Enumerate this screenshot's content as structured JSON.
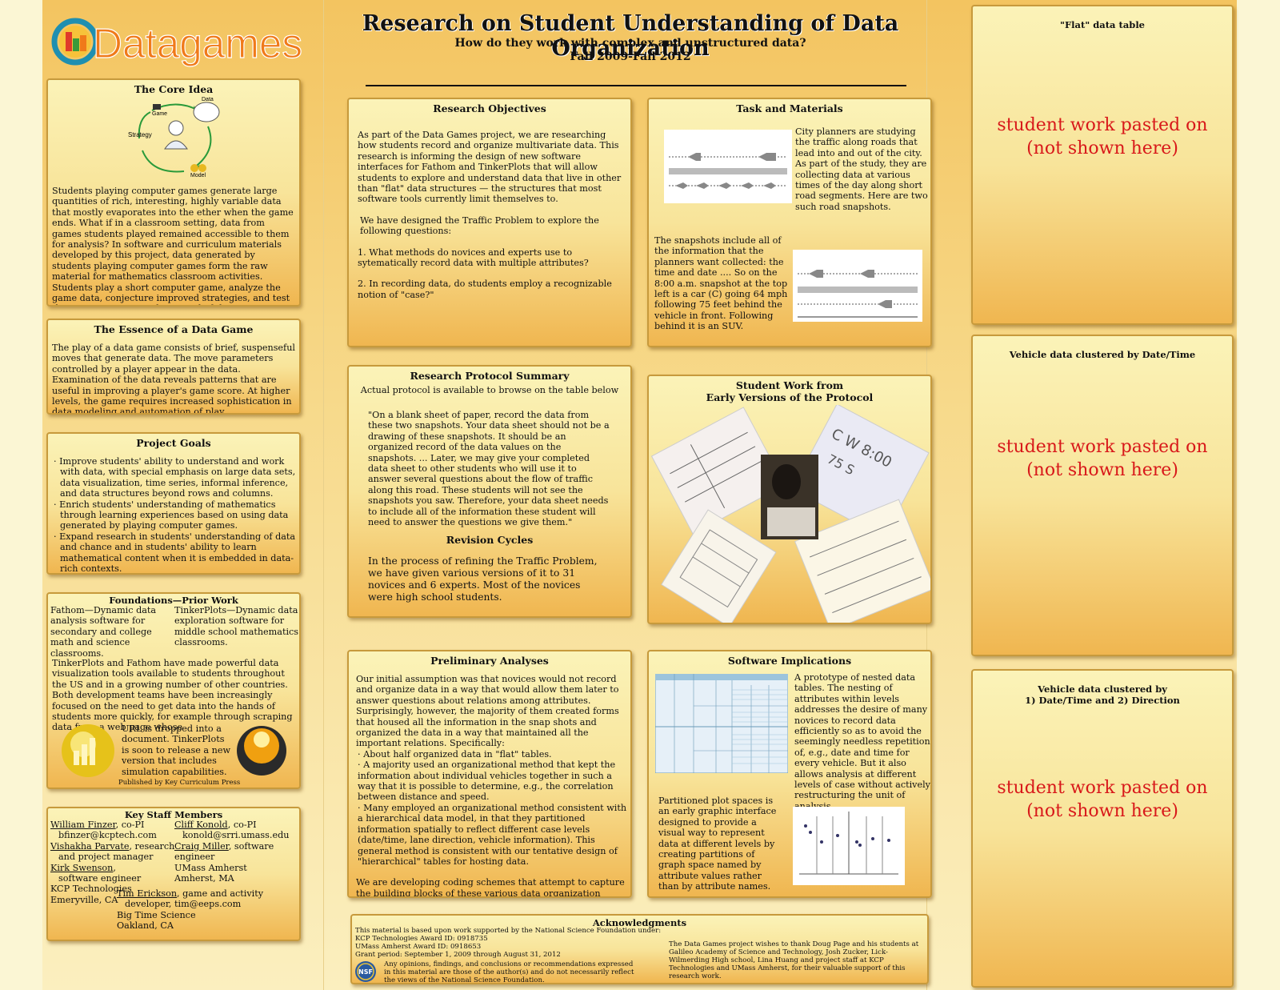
{
  "logo": {
    "text": "Datagames"
  },
  "header": {
    "title": "Research on Student Understanding of Data Organization",
    "subtitle": "How do they work with complex and unstructured data?",
    "dates": "Fall 2009-Fall 2012"
  },
  "core_idea": {
    "title": "The Core Idea",
    "diagram": {
      "game": "Game",
      "data": "Data",
      "strategy": "Strategy",
      "model": "Model"
    },
    "body": "Students playing computer games generate large quantities of rich, interesting, highly variable data that mostly evaporates into the ether when the game ends. What if in a classroom setting, data from games students played remained accessible to them for analysis? In software and curriculum materials developed by this project, data generated by students playing computer games form the raw material for mathematics classroom activities. Students play a short computer game, analyze the game data, conjecture improved strategies, and test their strategies in another round of the game."
  },
  "essence": {
    "title": "The Essence of a Data Game",
    "body": "The play of a data game consists of brief, suspenseful moves that generate data. The move parameters controlled by a player appear in the data. Examination of the data reveals patterns that are useful in improving a player's game score. At higher levels, the game requires increased sophistication in data modeling and automation of play."
  },
  "goals": {
    "title": "Project Goals",
    "items": [
      "· Improve students' ability to understand and work with data, with special emphasis on large data sets, data visualization, time series, informal inference, and data structures beyond rows and columns.",
      "· Enrich students' understanding of mathematics through learning experiences based on using data generated by playing computer games.",
      "· Expand research in students' understanding of data and chance and in students' ability to learn mathematical content when it is embedded in data-rich contexts."
    ]
  },
  "foundations": {
    "title": "Foundations—Prior Work",
    "fathom": "Fathom—Dynamic data analysis software for secondary and college math and science classrooms.",
    "tinkerplots": "TinkerPlots—Dynamic data exploration software for middle school mathematics classrooms.",
    "body1": "TinkerPlots and Fathom have made powerful data visualization tools available to students throughout the US and in a growing number of other countries. Both development teams have been increasingly focused on the need to get data into the hands of students more quickly, for example through scraping data from a web page whose",
    "body2": "URL is dropped into a document. TinkerPlots is soon to release a new version that includes simulation capabilities.",
    "publisher": "Published by Key Curriculum Press"
  },
  "staff": {
    "title": "Key Staff Members",
    "finzer_name": "William Finzer",
    "finzer_role": ", co-PI",
    "finzer_email": "bfinzer@kcptech.com",
    "parvate_name": "Vishakha Parvate",
    "parvate_role": ", research",
    "parvate_role2": "and project manager",
    "swenson_name": "Kirk Swenson",
    "swenson_role": ",",
    "swenson_role2": "software engineer",
    "kcp1": "KCP Technologies",
    "kcp2": "Emeryville, CA",
    "konold_name": "Cliff Konold",
    "konold_role": ", co-PI",
    "konold_email": "konold@srri.umass.edu",
    "miller_name": "Craig Miller",
    "miller_role": ", software engineer",
    "umass1": "UMass Amherst",
    "umass2": "Amherst, MA",
    "erickson_name": "Tim Erickson",
    "erickson_role": ", game and activity",
    "erickson_role2": "developer,  tim@eeps.com",
    "btsci1": "Big Time Science",
    "btsci2": "Oakland, CA"
  },
  "objectives": {
    "title": "Research Objectives",
    "p1": "As part of the Data Games project, we are researching how students record and organize multivariate data.  This research is informing the design of new software interfaces for Fathom and TinkerPlots that will allow students to explore and understand data that live in other than \"flat\" data structures — the structures that most software tools currently limit themselves to.",
    "p2": "We have designed the Traffic Problem to explore the following questions:",
    "q1": "1.  What methods do novices and experts use to sytematically record data with multiple attributes?",
    "q2": "2.  In recording data, do students employ a recognizable notion of \"case?\""
  },
  "task": {
    "title": "Task and Materials",
    "p1": "City planners are studying the traffic along roads that lead into and out of the city.  As part of the study, they are collecting data at various times of the day along short road segments. Here are two such road snapshots.",
    "p2": "The snapshots include all of the information that the planners want collected: the time and date .... So on the 8:00 a.m. snapshot at the top left is a car (C) going 64 mph following 75 feet behind the vehicle in front. Following behind it is an SUV."
  },
  "protocol": {
    "title": "Research Protocol Summary",
    "note": "Actual protocol is available to browse on the table below",
    "quote": "\"On a blank sheet of paper, record the data from these two snapshots. Your data sheet should not be a drawing of these snapshots.  It should be an organized record of the data values on the snapshots.  ... Later, we may give your completed data sheet to other students who will use it to answer several questions about the flow of traffic along this road. These students will not see the snapshots you saw.  Therefore, your data sheet needs to include all of the information these student will need to answer the questions we give them.\"",
    "revision_title": "Revision Cycles",
    "revision_body": "In the process of refining the Traffic  Problem, we have given various versions of it to 31 novices and 6 experts. Most of the novices were high school students."
  },
  "student_work": {
    "title1": "Student Work from",
    "title2": "Early Versions of the Protocol"
  },
  "analyses": {
    "title": "Preliminary Analyses",
    "p1": "Our initial assumption was that novices would not record and organize data in a way that would allow them later to answer questions about relations among attributes.  Surprisingly, however, the majority of them created forms that housed all the information in the snap shots and organized the data in a way that maintained all the important relations.  Specifically:",
    "b1": "· About half organized data in \"flat\" tables.",
    "b2": "· A majority used an organizational method that kept the information about individual vehicles together in such a way that it is possible to determine, e.g., the correlation between distance and speed.",
    "b3": "· Many employed an organizational method consistent with a hierarchical data model, in that they partitioned information spatially to reflect different case levels (date/time, lane direction, vehicle information). This general method is consistent with our tentative design of \"hierarchical\" tables for hosting data.",
    "p2": "We are developing coding schemes that attempt to capture the building blocks of these various data organization methods."
  },
  "software": {
    "title": "Software Implications",
    "p1": "A prototype of nested data tables. The nesting of attributes within levels addresses the desire of many novices to record data efficiently so as to avoid the seemingly needless repetition of, e.g., date and time for every vehicle.  But it also allows analysis at different levels of case without actively restructuring the unit of analysis.",
    "p2": "Partitioned plot spaces is an early graphic interface designed to provide a visual way to represent data at different levels by creating partitions of graph space named by attribute values rather than by attribute names."
  },
  "ack": {
    "title": "Acknowledgments",
    "l1": "This material is based upon work supported by the National Science Foundation under:",
    "l2": "KCP Technologies Award ID: 0918735",
    "l3": "UMass Amherst Award ID: 0918653",
    "l4": "Grant period: September 1, 2009 through August 31, 2012",
    "disclaimer": "Any opinions, findings, and conclusions or recommendations expressed in this material are those of the author(s) and do not necessarily reflect the views of the National Science Foundation.",
    "nsf": "NSF",
    "thanks": "The Data Games project wishes to thank Doug Page and his students at Galileo Academy of Science and Technology, Josh Zucker, Lick-Wilmerding High school, Lina Huang and project staff at KCP Technologies and UMass Amherst, for their valuable support of this research work."
  },
  "right": {
    "flat_title": "\"Flat\" data table",
    "clustered_title": "Vehicle data clustered by Date/Time",
    "clustered2_title1": "Vehicle data clustered by",
    "clustered2_title2": "1) Date/Time and 2) Direction",
    "placeholder1": "student work pasted on",
    "placeholder2": "(not shown here)"
  },
  "colors": {
    "placeholder_red": "#d8181a",
    "panel_border": "#c79a3c",
    "logo_orange": "#f07a1a",
    "logo_teal": "#1f8fb0"
  }
}
